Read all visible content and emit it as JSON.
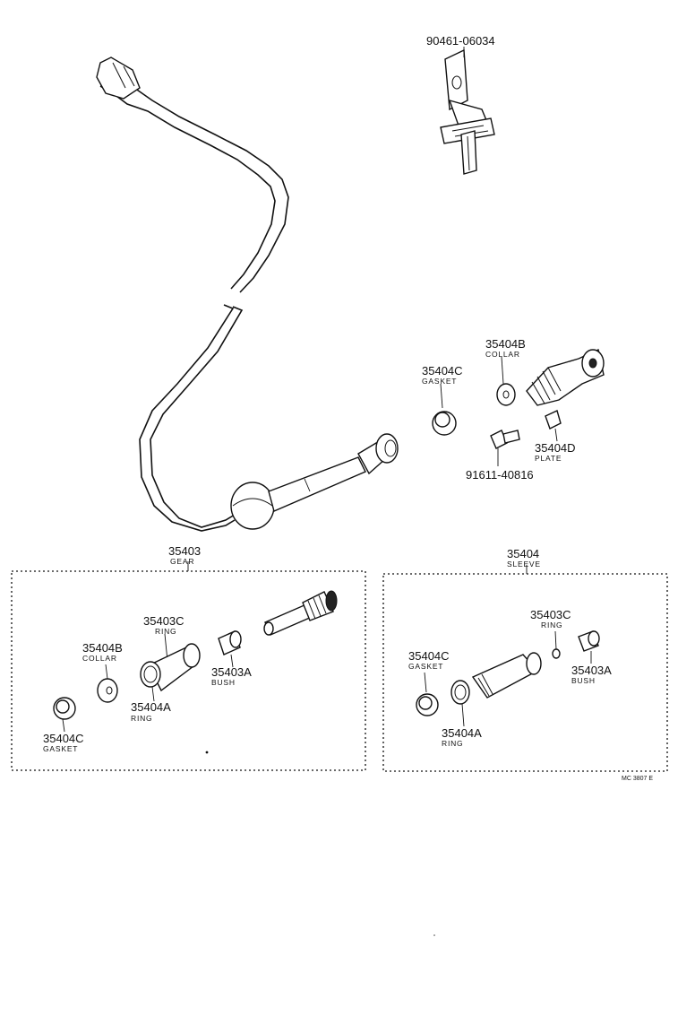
{
  "labels": {
    "top_bracket": {
      "part": "90461-06034"
    },
    "collar_top": {
      "part": "35404B",
      "name": "COLLAR"
    },
    "gasket_top": {
      "part": "35404C",
      "name": "GASKET"
    },
    "plate_top": {
      "part": "35404D",
      "name": "PLATE"
    },
    "bolt_top": {
      "part": "91611-40816"
    },
    "gear_group": {
      "part": "35403",
      "name": "GEAR"
    },
    "sleeve_group": {
      "part": "35404",
      "name": "SLEEVE"
    },
    "gear_ring_small": {
      "part": "35403C",
      "name": "RING"
    },
    "gear_collar": {
      "part": "35404B",
      "name": "COLLAR"
    },
    "gear_bush": {
      "part": "35403A",
      "name": "BUSH"
    },
    "gear_ring_large": {
      "part": "35404A",
      "name": "RING"
    },
    "gear_gasket": {
      "part": "35404C",
      "name": "GASKET"
    },
    "sleeve_ring_small": {
      "part": "35403C",
      "name": "RING"
    },
    "sleeve_gasket": {
      "part": "35404C",
      "name": "GASKET"
    },
    "sleeve_bush": {
      "part": "35403A",
      "name": "BUSH"
    },
    "sleeve_ring_large": {
      "part": "35404A",
      "name": "RING"
    }
  },
  "drawing_ref": "MC 3807 E"
}
